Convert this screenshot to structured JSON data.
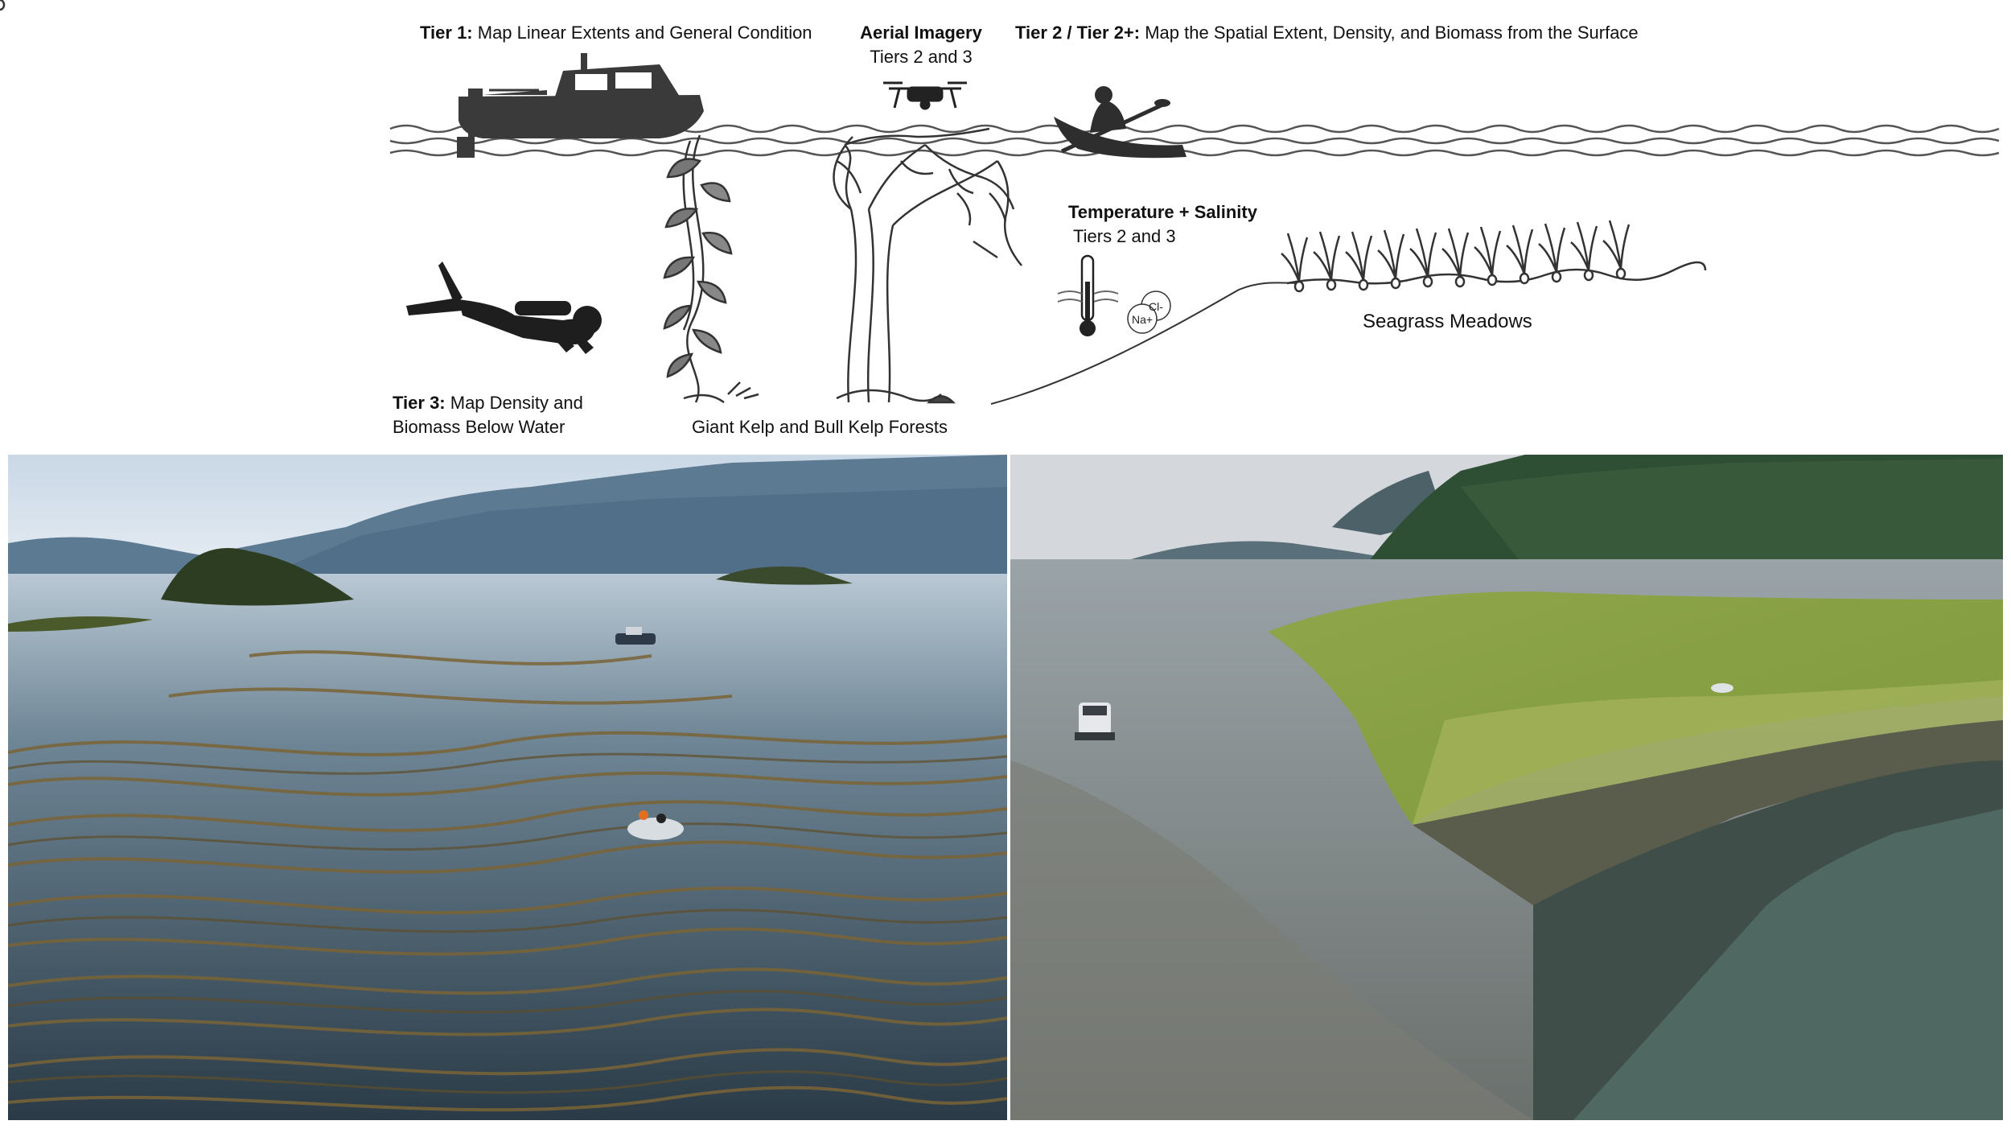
{
  "labels": {
    "tier1_bold": "Tier 1:",
    "tier1_text": " Map Linear Extents and General Condition",
    "aerial_bold": "Aerial Imagery",
    "aerial_sub": "Tiers 2 and 3",
    "tier2_bold": "Tier 2 / Tier 2+:",
    "tier2_text": " Map the Spatial Extent, Density, and Biomass from the Surface",
    "temp_bold": "Temperature + Salinity",
    "temp_sub": "Tiers 2 and 3",
    "seagrass": "Seagrass Meadows",
    "tier3_bold": "Tier 3:",
    "tier3_line1": " Map Density and",
    "tier3_line2": "Biomass Below Water",
    "kelp": "Giant Kelp and Bull Kelp Forests",
    "ion_cl": "Cl-",
    "ion_na": "Na+"
  },
  "icons": [
    "boat-icon",
    "drone-icon",
    "kayak-icon",
    "diver-icon",
    "thermometer-icon",
    "bull-kelp-icon",
    "giant-kelp-icon",
    "seagrass-icon"
  ],
  "photos": [
    "kelp-forest-aerial-photo",
    "seagrass-meadow-aerial-photo"
  ]
}
